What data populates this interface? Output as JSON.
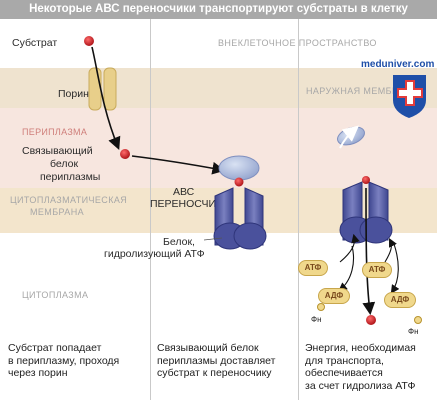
{
  "title": "Некоторые АВС переносчики транспортируют субстраты в клетку",
  "zones": {
    "extracellular": "ВНЕКЛЕТОЧНОЕ ПРОСТРАНСТВО",
    "outer_membrane": "НАРУЖНАЯ МЕМБРАНА",
    "periplasm": "ПЕРИПЛАЗМА",
    "cytoplasmic_membrane_line1": "ЦИТОПЛАЗМАТИЧЕСКАЯ",
    "cytoplasmic_membrane_line2": "МЕМБРАНА",
    "cytoplasm": "ЦИТОПЛАЗМА"
  },
  "labels": {
    "substrate": "Субстрат",
    "porin": "Порин",
    "binding_protein_1": "Связывающий",
    "binding_protein_2": "белок",
    "binding_protein_3": "периплазмы",
    "abc_1": "АВС",
    "abc_2": "ПЕРЕНОСЧИК",
    "atpase_1": "Белок,",
    "atpase_2": "гидролизующий АТФ"
  },
  "chips": {
    "atp": "АТФ",
    "adp": "АДФ",
    "pi": "Фн"
  },
  "captions": {
    "step1": [
      "Субстрат попадает",
      "в периплазму, проходя",
      "через порин"
    ],
    "step2": [
      "Связывающий белок",
      "периплазмы доставляет",
      "субстрат к переносчику"
    ],
    "step3": [
      "Энергия, необходимая",
      "для транспорта,",
      "обеспечивается",
      "за счет гидролиза АТФ"
    ]
  },
  "brand": {
    "site": "meduniver.com"
  },
  "colors": {
    "outer_membrane": "#efe3cf",
    "periplasm": "#f7e6df",
    "cytoplasmic_membrane": "#f3e5cc",
    "substrate": "#c0141b",
    "transporter": "#5c63a8",
    "binding_protein": "#a9b9da",
    "atp_chip": "#f0d88c"
  }
}
